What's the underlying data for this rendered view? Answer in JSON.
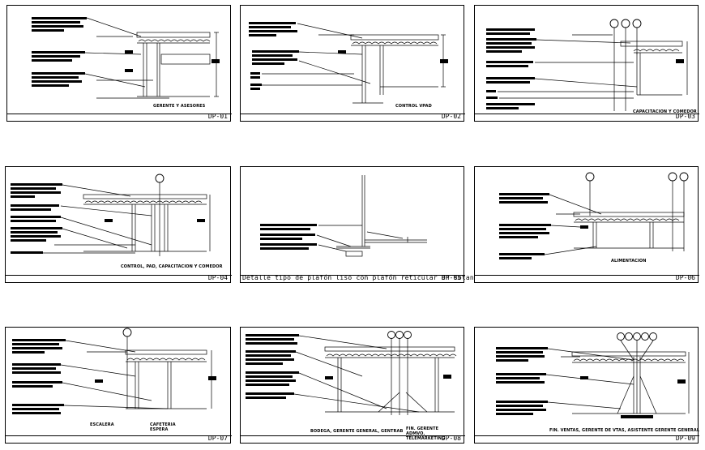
{
  "sheets": [
    {
      "code": "DP-01",
      "title": "GERENTE Y ASESORES"
    },
    {
      "code": "DP-02",
      "title": "CONTROL VPAD"
    },
    {
      "code": "DP-03",
      "title": "CAPACITACION Y COMEDOR"
    },
    {
      "code": "DP-04",
      "title": "CONTROL, PAD, CAPACITACION Y COMEDOR"
    },
    {
      "code": "DP-05",
      "title": "",
      "caption": "Detalle tipo de plafón liso con plafón reticular en sotano"
    },
    {
      "code": "DP-06",
      "title": "ALIMENTACION"
    },
    {
      "code": "DP-07",
      "title": "ESCALERA",
      "title2": "CAFETERIA ESPERA"
    },
    {
      "code": "DP-08",
      "title": "BODEGA, GERENTE GENERAL, GENTRAB",
      "title2": "FIN. GERENTE ADMVO. TELEMARKETING"
    },
    {
      "code": "DP-09",
      "title": "FIN. VENTAS, GERENTE DE VTAS, ASISTENTE GERENTE GENERAL"
    }
  ]
}
